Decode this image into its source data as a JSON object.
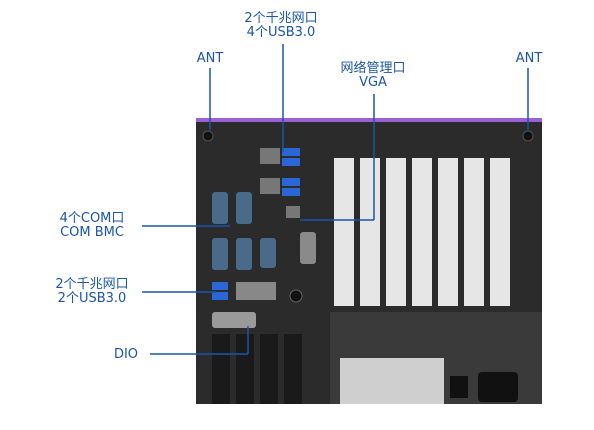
{
  "labels": {
    "top_ports": {
      "line1": "2个千兆网口",
      "line2": "4个USB3.0"
    },
    "ant_left": "ANT",
    "ant_right": "ANT",
    "mgmt": {
      "line1": "网络管理口",
      "line2": "VGA"
    },
    "com": {
      "line1": "4个COM口",
      "line2": "COM BMC"
    },
    "mid_ports": {
      "line1": "2个千兆网口",
      "line2": "2个USB3.0"
    },
    "dio": "DIO"
  },
  "colors": {
    "label": "#1a55a8",
    "line": "#1a55a8",
    "chassis": "#2b2b2b",
    "accent": "#9b5fd6"
  }
}
